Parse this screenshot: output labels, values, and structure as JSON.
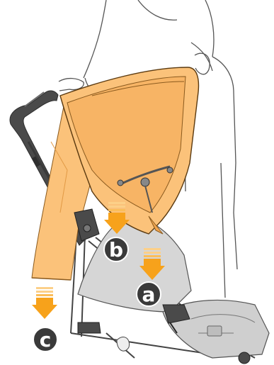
{
  "figure": {
    "kind": "stroller canopy assembly illustration",
    "steps": [
      {
        "id": "a",
        "label": "a"
      },
      {
        "id": "b",
        "label": "b"
      },
      {
        "id": "c",
        "label": "c"
      }
    ],
    "colors": {
      "canopy": "#FBC27A",
      "canopy_dark": "#F2A650",
      "arrow_orange": "#F7A21B",
      "arrow_light": "#FCD089",
      "badge": "#3A3A3A",
      "frame": "#4A4A4A",
      "seat_gray": "#D6D6D6",
      "outline": "#333333"
    }
  }
}
